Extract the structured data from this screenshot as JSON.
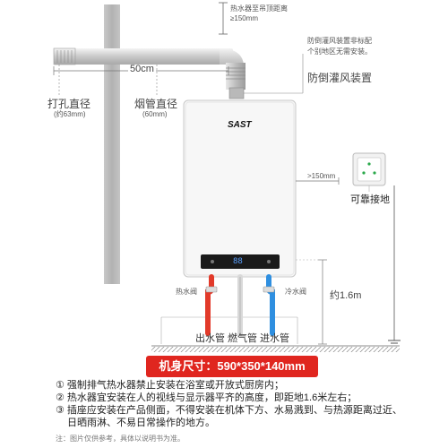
{
  "labels": {
    "clearance_top_line1": "热水器至吊顶距离",
    "clearance_top_line2": "≥150mm",
    "exhaust_note_line1": "防倒灌风装置非标配",
    "exhaust_note_line2": "个别地区无需安装。",
    "anti_backflow": "防倒灌风装置",
    "width_50cm": "50cm",
    "hole_diameter": "打孔直径",
    "hole_diameter_value": "(约63mm)",
    "flue_diameter": "烟管直径",
    "flue_diameter_value": "(60mm)",
    "brand": "SAST",
    "side_clearance": ">150mm",
    "grounding": "可靠接地",
    "hot_valve": "热水阀",
    "cold_valve": "冷水阀",
    "height_16m": "约1.6m",
    "outlet_pipe": "出水管",
    "gas_pipe": "燃气管",
    "inlet_pipe": "进水管",
    "display_value": "88"
  },
  "dimensions": {
    "text": "机身尺寸：590*350*140mm"
  },
  "notes": [
    "① 强制排气热水器禁止安装在浴室或开放式厨房内；",
    "② 热水器宜安装在人的视线与显示器平齐的高度，即距地1.6米左右；",
    "③ 插座应安装在产品侧面，不得安装在机体下方、水易溅到、与热源距离过近、",
    "日晒雨淋、不易日常操作的地方。"
  ],
  "footnote": "注：图片仅供参考，具体以说明书为准。",
  "colors": {
    "hot_pipe": "#e23a2a",
    "cold_pipe": "#2f8fe0",
    "dims_bar": "#e0261f",
    "grounding_icon": "#2aa84a"
  }
}
